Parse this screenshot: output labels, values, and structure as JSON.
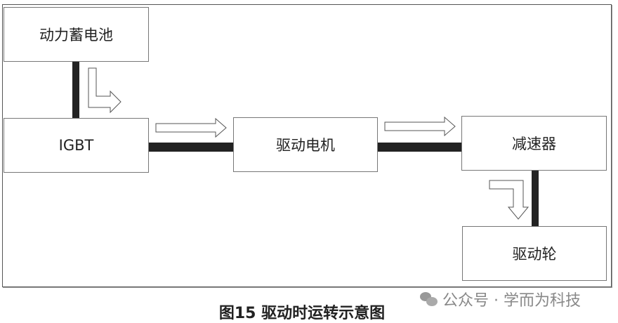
{
  "diagram": {
    "nodes": {
      "battery": "动力蓄电池",
      "igbt": "IGBT",
      "motor": "驱动电机",
      "reducer": "减速器",
      "wheel": "驱动轮"
    },
    "caption": "图15 驱动时运转示意图",
    "watermark": "公众号 · 学而为科技"
  }
}
